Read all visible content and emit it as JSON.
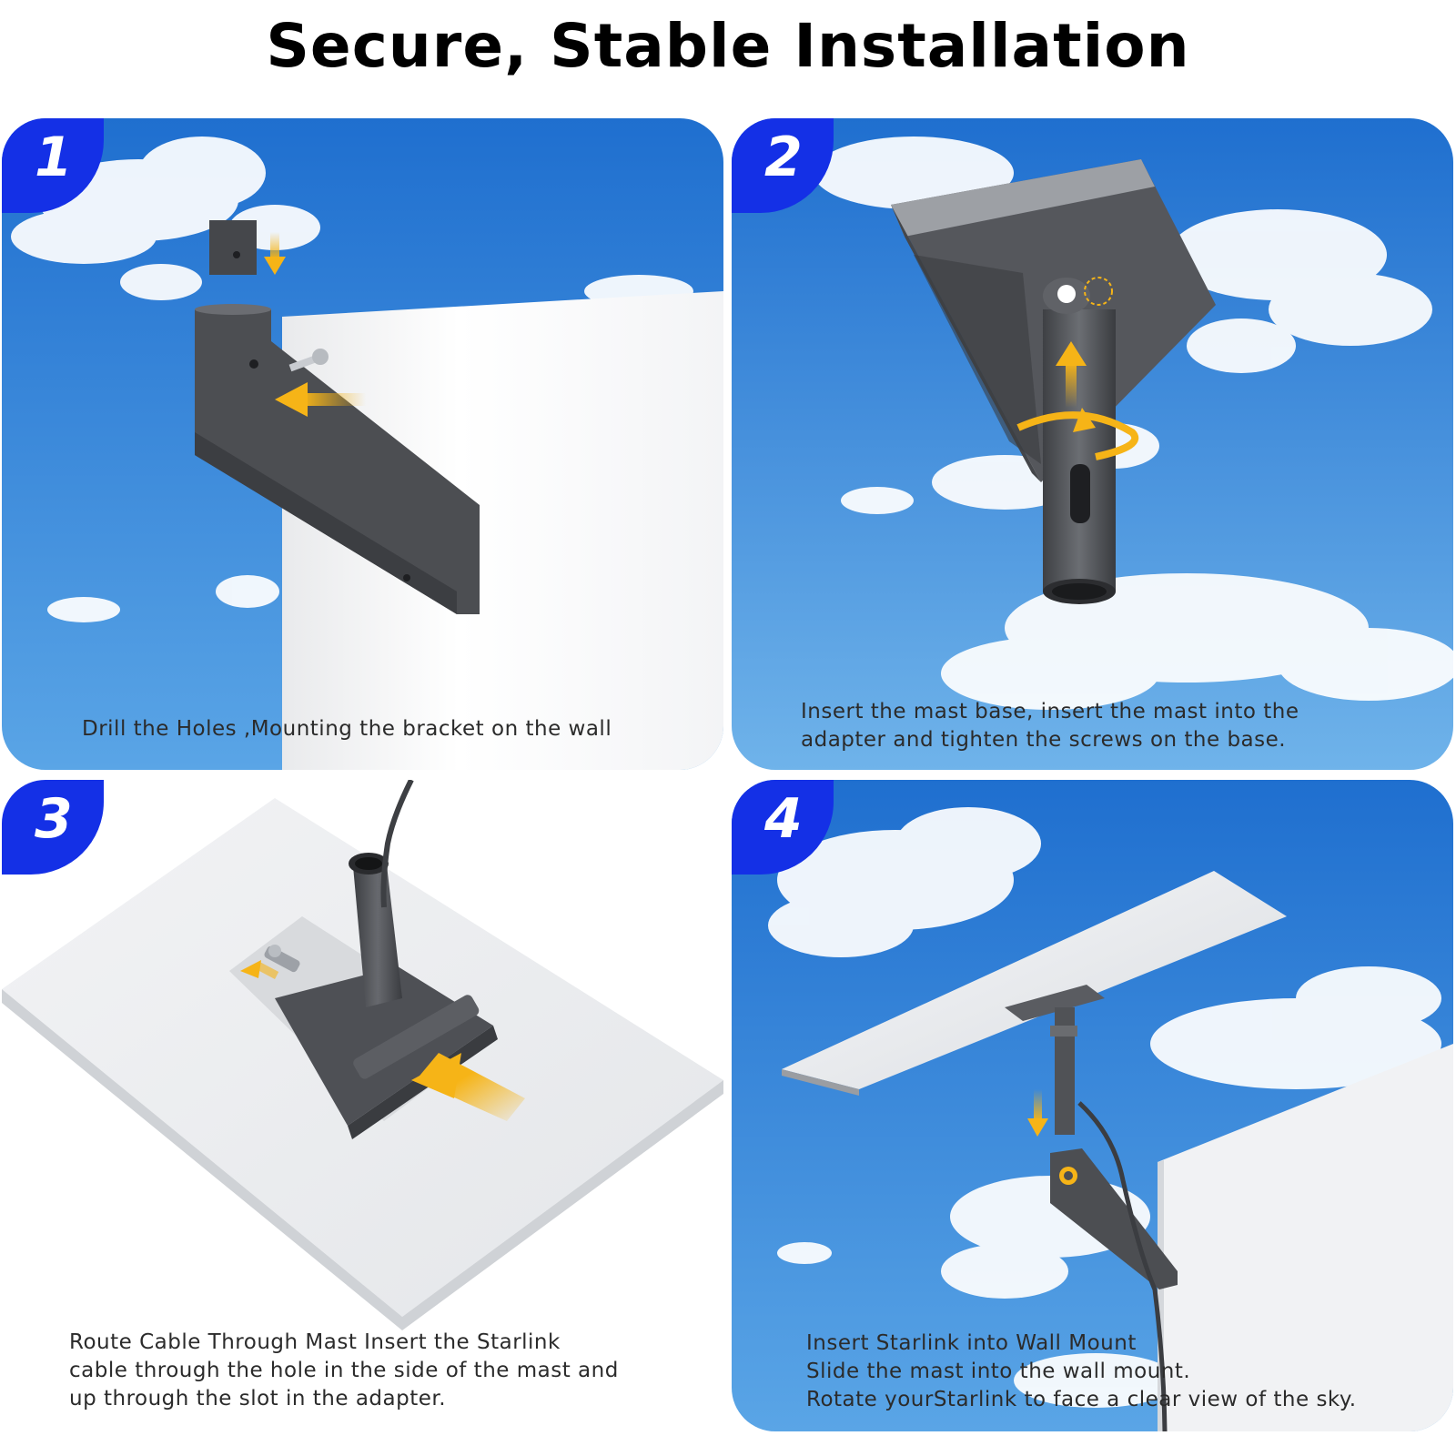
{
  "title": "Secure, Stable Installation",
  "colors": {
    "badge": "#1430e6",
    "arrow": "#f6b417",
    "sky": "#2f86d6",
    "metal": "#4a4c50"
  },
  "steps": [
    {
      "number": "1",
      "caption_lines": [
        "Drill the Holes ,Mounting the bracket on the wall"
      ]
    },
    {
      "number": "2",
      "caption_lines": [
        "Insert the mast base, insert the mast into the",
        "adapter and tighten the screws on the base."
      ]
    },
    {
      "number": "3",
      "caption_lines": [
        "Route Cable Through Mast Insert the Starlink",
        "cable through the hole in the side of the mast and",
        "up through the slot in the adapter."
      ]
    },
    {
      "number": "4",
      "caption_lines": [
        "Insert Starlink into Wall Mount",
        "Slide the mast into the wall mount.",
        "Rotate yourStarlink to face a clear view of the sky."
      ]
    }
  ]
}
